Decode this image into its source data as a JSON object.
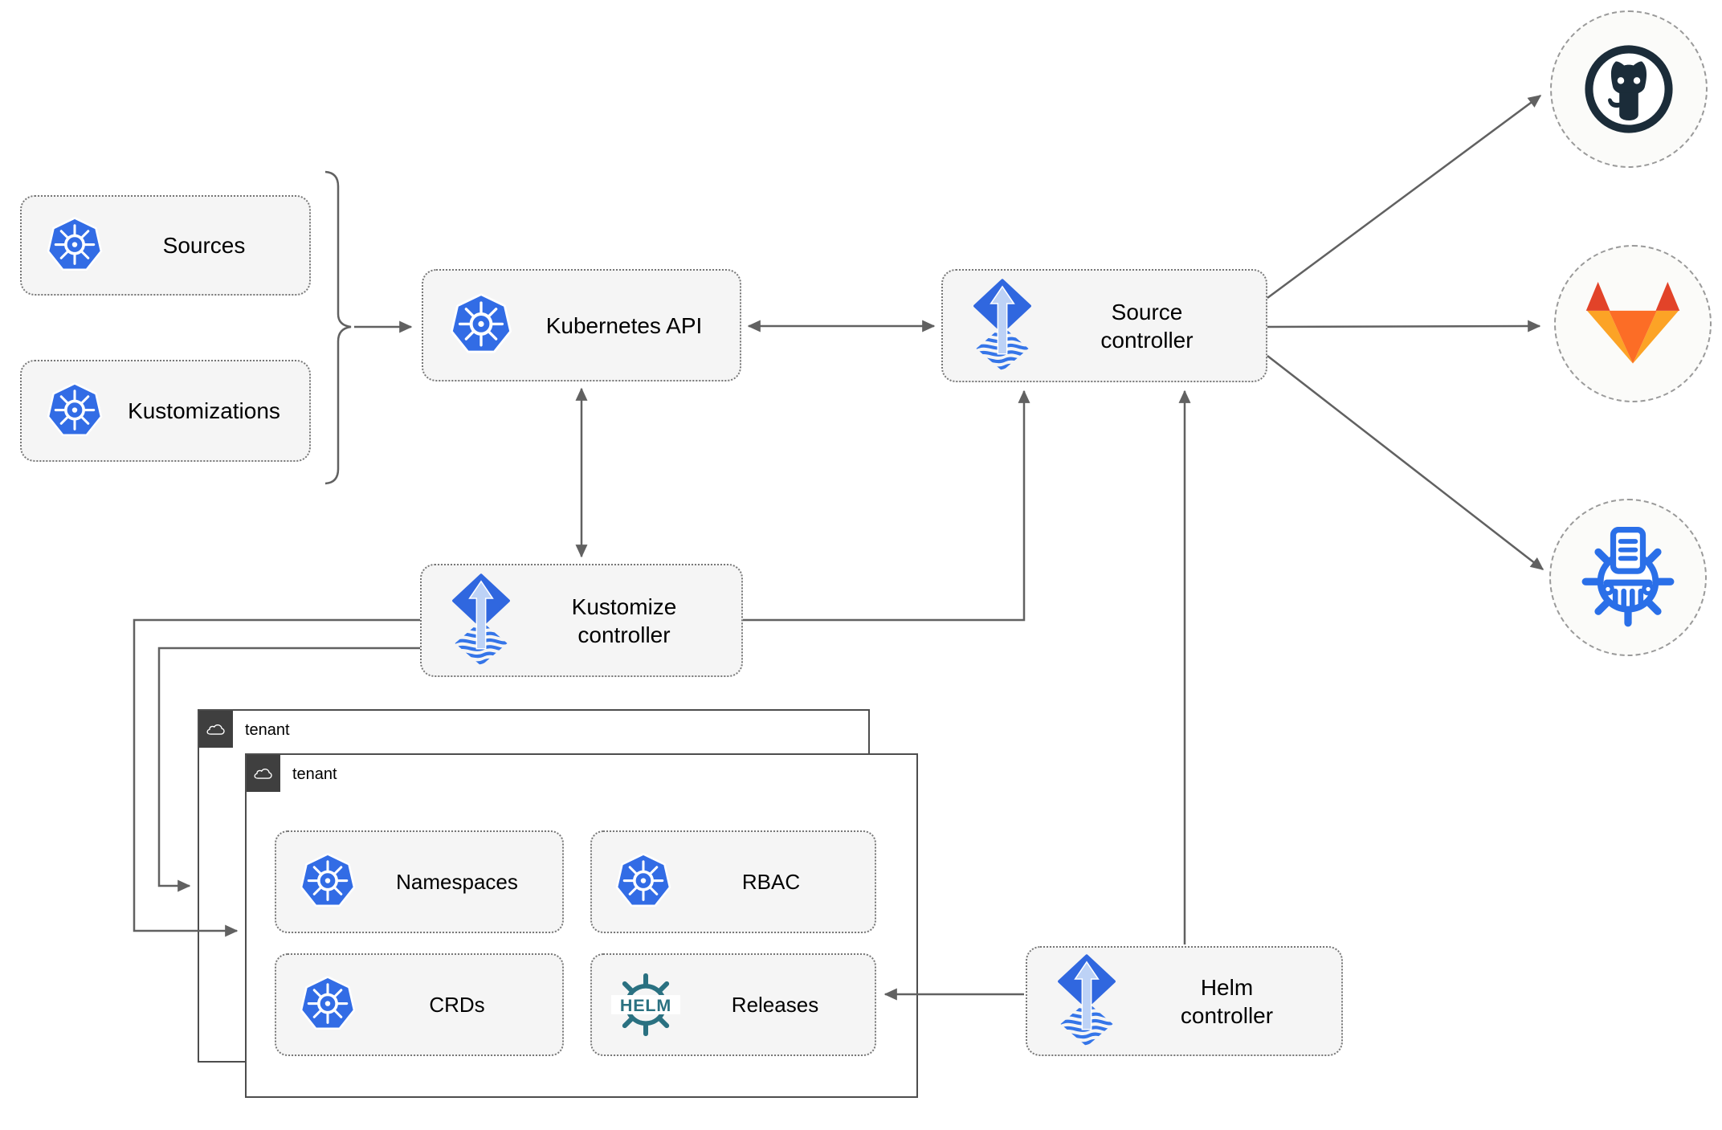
{
  "title": "Flux GitOps architecture diagram",
  "colors": {
    "k8s_blue": "#326ce5",
    "flux_blue": "#3067df",
    "flux_light": "#bdd2f6",
    "flux_stripe": "#3575e8",
    "helm_teal": "#2a7181",
    "museum_blue": "#2a6fe8",
    "github_dark": "#1b2c39",
    "gitlab_red": "#e24329",
    "gitlab_orange": "#fc6d26",
    "gitlab_amber": "#fca326",
    "line_gray": "#616161",
    "node_fill": "#f5f5f5",
    "tenant_border": "#4d4d4d",
    "tab_bg": "#3f3f3f"
  },
  "nodes": {
    "sources": "Sources",
    "kustomizations": "Kustomizations",
    "kubernetes_api": "Kubernetes API",
    "source_controller": "Source\ncontroller",
    "kustomize_controller": "Kustomize\ncontroller",
    "helm_controller": "Helm\ncontroller",
    "namespaces": "Namespaces",
    "rbac": "RBAC",
    "crds": "CRDs",
    "releases": "Releases"
  },
  "groups": {
    "tenant_outer": "tenant",
    "tenant_inner": "tenant"
  },
  "icons": {
    "kubernetes": "kubernetes-wheel-icon",
    "flux": "flux-diamond-arrow-icon",
    "helm": "helm-wheel-icon",
    "cloud": "cloud-icon",
    "github": "github-octocat-icon",
    "gitlab": "gitlab-tanuki-icon",
    "chartmuseum": "chartmuseum-helm-repository-icon"
  },
  "helm_logo_text": "HELM"
}
